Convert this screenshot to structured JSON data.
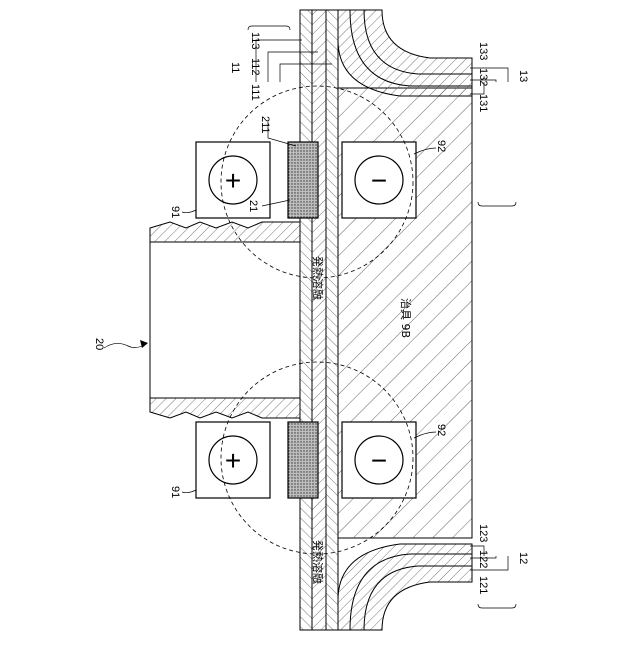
{
  "figure": {
    "labels": {
      "l11": "11",
      "l111": "111",
      "l112": "112",
      "l113": "113",
      "l12": "12",
      "l121": "121",
      "l122": "122",
      "l123": "123",
      "l13": "13",
      "l131": "131",
      "l132": "132",
      "l133": "133",
      "l20": "20",
      "l21": "21",
      "l211": "211",
      "l91_top": "91",
      "l91_bottom": "91",
      "l92_top": "92",
      "l92_bottom": "92"
    },
    "jig_label": "治具 9B",
    "heat_label_top": "発熱溶融",
    "heat_label_bottom": "発熱溶融",
    "electrode_plus": "+",
    "electrode_minus": "−"
  }
}
